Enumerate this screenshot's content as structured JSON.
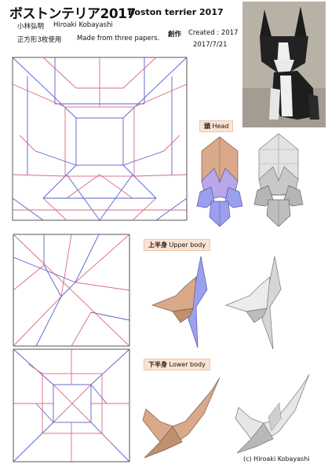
{
  "header": {
    "title_jp": "ボストンテリア2017",
    "title_en": "Boston terrier 2017",
    "author_jp": "小林弘明",
    "author_en": "Hiroaki Kobayashi",
    "materials_jp": "正方形3枚使用",
    "materials_en": "Made from three papers.",
    "created_jp": "創作",
    "created_en": "Created : 2017",
    "date": "2017/7/21"
  },
  "sections": {
    "head": {
      "jp": "頭",
      "en": "Head"
    },
    "upper": {
      "jp": "上半身",
      "en": "Upper body"
    },
    "lower": {
      "jp": "下半身",
      "en": "Lower body"
    }
  },
  "footer": {
    "copyright": "(c)  Hiroaki Kobayashi"
  },
  "colors": {
    "mountain_fold": "#d96b80",
    "valley_fold": "#5b5fcf",
    "paper_brown": "#d9a98a",
    "paper_blue": "#9aa0ee",
    "paper_gray": "#c9c9c9"
  }
}
